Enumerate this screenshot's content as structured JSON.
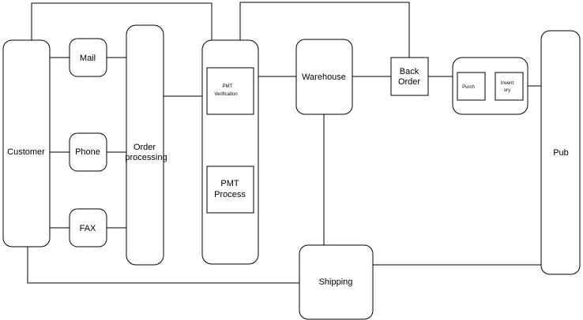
{
  "diagram": {
    "nodes": {
      "customer": "Customer",
      "mail": "Mail",
      "phone": "Phone",
      "fax": "FAX",
      "order_processing": [
        "Order",
        "processing"
      ],
      "pmt_verification": [
        "PMT",
        "Verification"
      ],
      "pmt_process": [
        "PMT",
        "Process"
      ],
      "warehouse": "Warehouse",
      "back_order": [
        "Back",
        "Order"
      ],
      "purch": "Purch",
      "inventory": [
        "Invent",
        "ory"
      ],
      "pub": "Pub",
      "shipping": "Shipping"
    }
  }
}
